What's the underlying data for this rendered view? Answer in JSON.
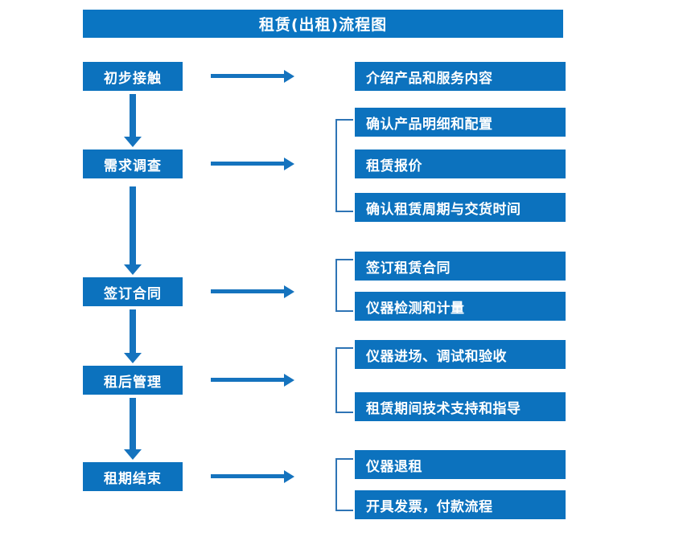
{
  "title": "租赁(出租)流程图",
  "colors": {
    "box_blue": "#0C72BE",
    "title_blue": "#0A75C2",
    "arrow_blue": "#1573BE",
    "bracket_blue": "#2E74B5",
    "text_white": "#FFFFFF",
    "background": "#FFFFFF"
  },
  "stages": [
    {
      "label": "初步接触"
    },
    {
      "label": "需求调查"
    },
    {
      "label": "签订合同"
    },
    {
      "label": "租后管理"
    },
    {
      "label": "租期结束"
    }
  ],
  "details": [
    {
      "label": "介绍产品和服务内容"
    },
    {
      "label": "确认产品明细和配置"
    },
    {
      "label": "租赁报价"
    },
    {
      "label": "确认租赁周期与交货时间"
    },
    {
      "label": "签订租赁合同"
    },
    {
      "label": "仪器检测和计量"
    },
    {
      "label": "仪器进场、调试和验收"
    },
    {
      "label": "租赁期间技术支持和指导"
    },
    {
      "label": "仪器退租"
    },
    {
      "label": "开具发票，付款流程"
    }
  ],
  "flow": {
    "stage_to_detail_arrows": 5,
    "stage_to_stage_arrows": 4,
    "group_brackets": 4
  }
}
